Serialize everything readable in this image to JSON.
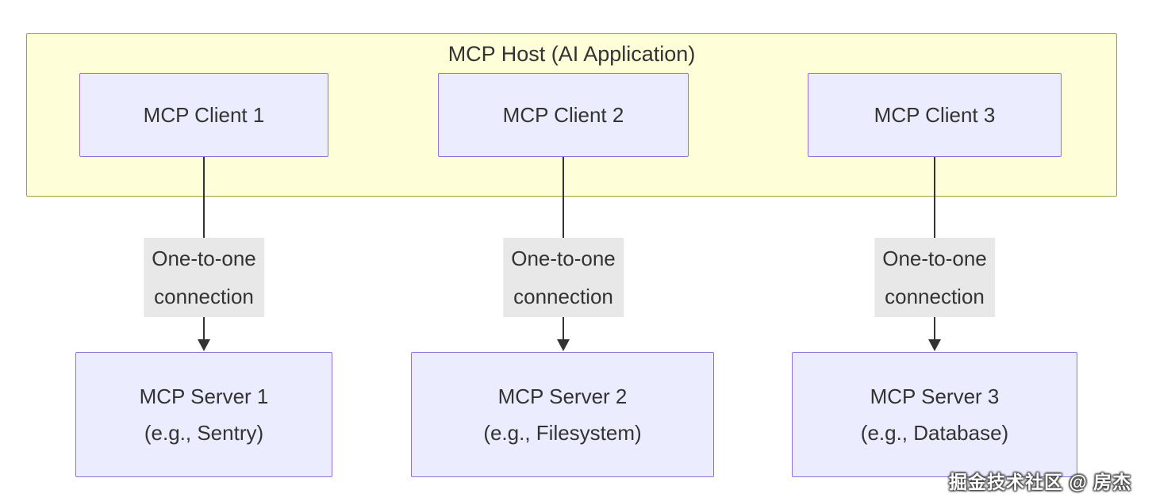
{
  "host": {
    "title": "MCP Host (AI Application)"
  },
  "clients": [
    {
      "label": "MCP Client 1"
    },
    {
      "label": "MCP Client 2"
    },
    {
      "label": "MCP Client 3"
    }
  ],
  "connections": [
    {
      "line1": "One-to-one",
      "line2": "connection"
    },
    {
      "line1": "One-to-one",
      "line2": "connection"
    },
    {
      "line1": "One-to-one",
      "line2": "connection"
    }
  ],
  "servers": [
    {
      "line1": "MCP Server 1",
      "line2": "(e.g., Sentry)"
    },
    {
      "line1": "MCP Server 2",
      "line2": "(e.g., Filesystem)"
    },
    {
      "line1": "MCP Server 3",
      "line2": "(e.g., Database)"
    }
  ],
  "watermark": "掘金技术社区 @ 房杰",
  "colors": {
    "host_fill": "#feffd9",
    "host_border": "#a3a325",
    "node_fill": "#ececff",
    "node_border": "#9370db",
    "edge_line": "#333333",
    "edge_label_bg": "#e8e8e8",
    "text": "#333333",
    "background": "#ffffff"
  }
}
